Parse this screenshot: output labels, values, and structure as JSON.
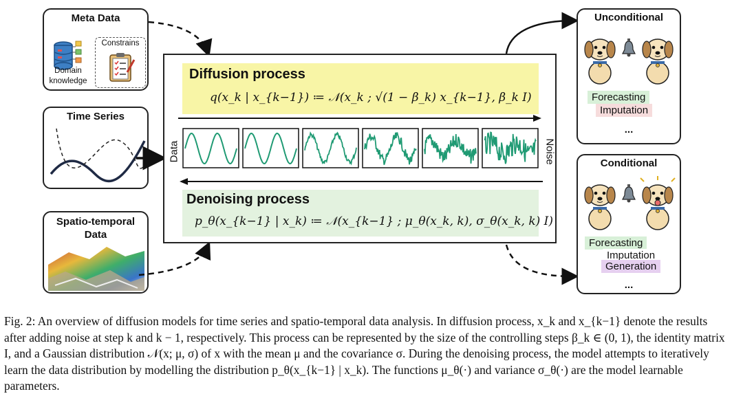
{
  "inputs": {
    "meta": {
      "title": "Meta Data",
      "domain_label": "Domain knowledge",
      "constrains_label": "Constrains"
    },
    "time_series": {
      "title": "Time Series"
    },
    "spatio_temporal": {
      "title": "Spatio-temporal Data"
    }
  },
  "center": {
    "diffusion_title": "Diffusion process",
    "diffusion_formula": "q(x_k | x_{k−1}) ≔ 𝒩(x_k ; √(1 − β_k) x_{k−1}, β_k I)",
    "denoising_title": "Denoising process",
    "denoising_formula": "p_θ(x_{k−1} | x_k) ≔ 𝒩(x_{k−1} ; μ_θ(x_k, k), σ_θ(x_k, k) I)",
    "left_label": "Data",
    "right_label": "Noise"
  },
  "outputs": {
    "unconditional": {
      "title": "Unconditional",
      "tasks": [
        "Forecasting",
        "Imputation"
      ],
      "more": "..."
    },
    "conditional": {
      "title": "Conditional",
      "tasks": [
        "Forecasting",
        "Imputation",
        "Generation"
      ],
      "more": "..."
    }
  },
  "caption": "Fig. 2: An overview of diffusion models for time series and spatio-temporal data analysis. In diffusion process, x_k and x_{k−1} denote the results after adding noise at step k and k − 1, respectively. This process can be represented by the size of the controlling steps β_k ∈ (0, 1), the identity matrix I, and a Gaussian distribution 𝒩(x; μ, σ) of x with the mean μ and the covariance σ. During the denoising process, the model attempts to iteratively learn the data distribution by modelling the distribution p_θ(x_{k−1} | x_k). The functions μ_θ(·) and variance σ_θ(·) are the model learnable parameters.",
  "colors": {
    "diffusion_bg": "#f8f5a6",
    "denoising_bg": "#e3f2df",
    "wave": "#1f9a73",
    "tag_green": "#d8f0d8",
    "tag_pink": "#f6dcdc",
    "tag_purple": "#e6d0f0"
  }
}
